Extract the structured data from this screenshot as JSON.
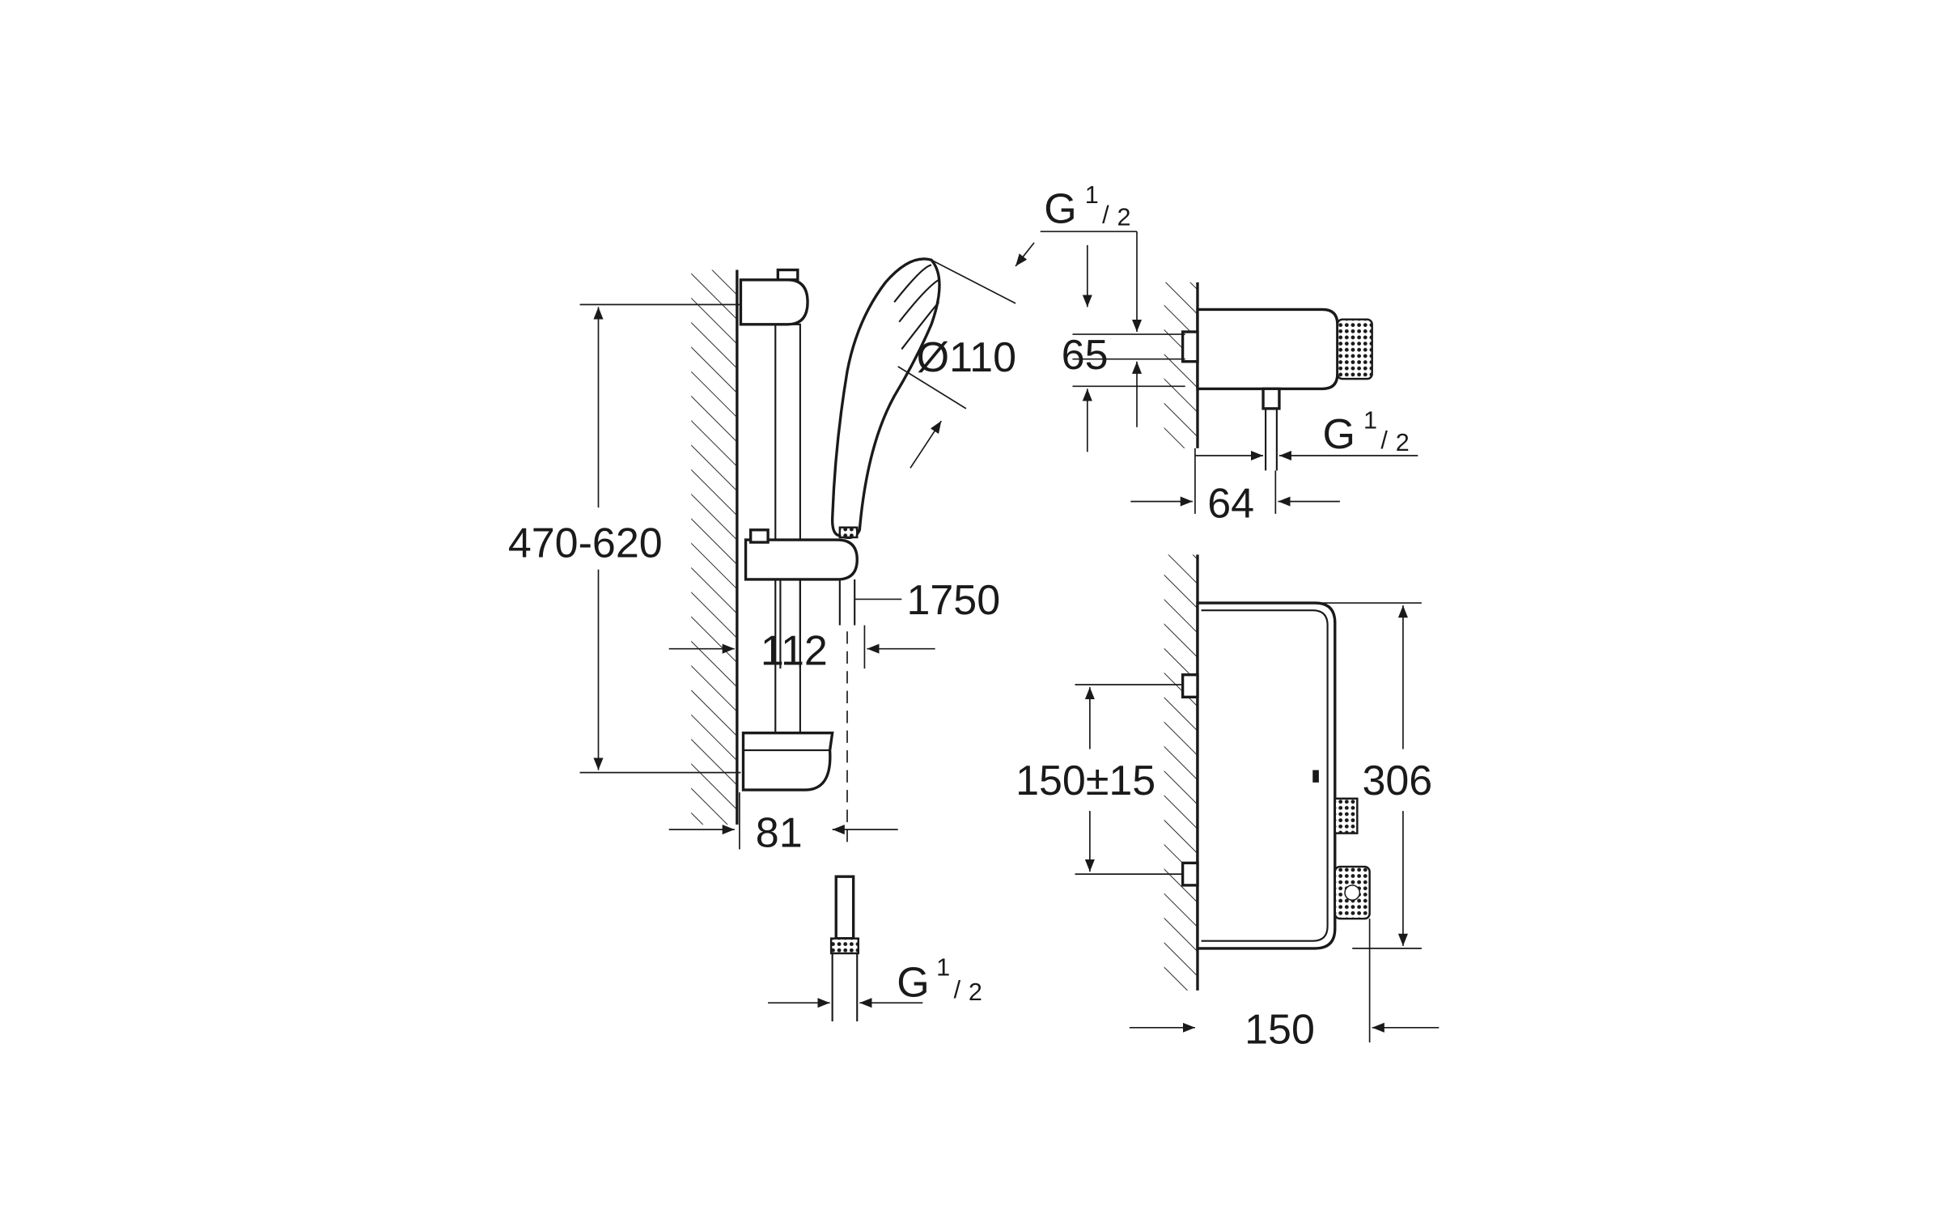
{
  "drawing": {
    "title": "Shower system dimension drawing",
    "rail_view": {
      "rail_height_range": "470-620",
      "hose_length": "1750",
      "projection_slider": "112",
      "projection_shelf": "81",
      "handshower_diameter": "Ø110",
      "hose_connection": {
        "letter": "G",
        "num": "1",
        "den": "2"
      }
    },
    "thermostat_side_view": {
      "inlet_connection": {
        "letter": "G",
        "num": "1",
        "den": "2"
      },
      "height": "65",
      "depth": "64",
      "outlet_connection": {
        "letter": "G",
        "num": "1",
        "den": "2"
      }
    },
    "thermostat_front_view": {
      "inlet_spacing": "150±15",
      "height": "306",
      "width": "150"
    }
  }
}
